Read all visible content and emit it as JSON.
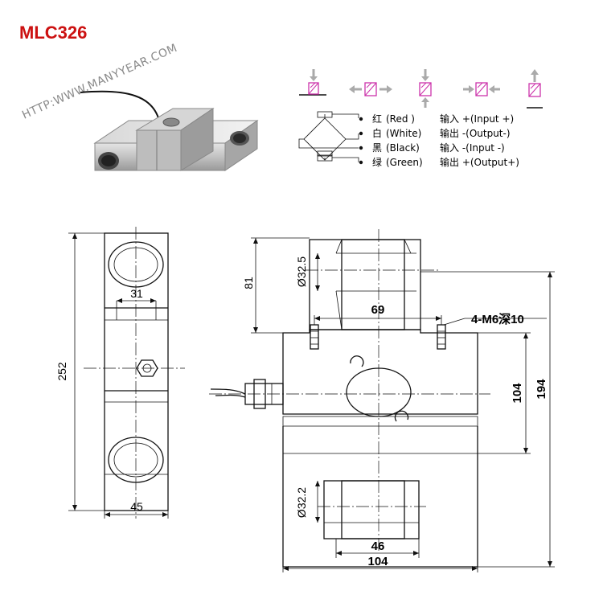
{
  "title": "MLC326",
  "watermark": "HTTP:WWW.MANYYEAR.COM",
  "colors": {
    "title": "#cc1111",
    "watermark": "#8a8a8a",
    "arrow": "#a8a8a8",
    "force_block": "#cc33aa",
    "line": "#111111"
  },
  "wiring": [
    {
      "color_cn": "红",
      "color_en": "(Red )",
      "function": "输入 +(Input  +)"
    },
    {
      "color_cn": "白",
      "color_en": "(White)",
      "function": "输出 -(Output-)"
    },
    {
      "color_cn": "黑",
      "color_en": "(Black)",
      "function": "输入 -(Input -)"
    },
    {
      "color_cn": "绿",
      "color_en": "(Green)",
      "function": "输出 +(Output+)"
    }
  ],
  "side_view": {
    "height": "252",
    "slot_width": "31",
    "bottom_width": "45"
  },
  "front_view": {
    "top_dim": "81",
    "upper_hole": "Ø32.5",
    "lower_hole": "Ø32.2",
    "center_width": "69",
    "thread_note": "4-M6深10",
    "inner_height": "104",
    "total_height": "194",
    "bottom_inner": "46",
    "bottom_outer": "104"
  }
}
